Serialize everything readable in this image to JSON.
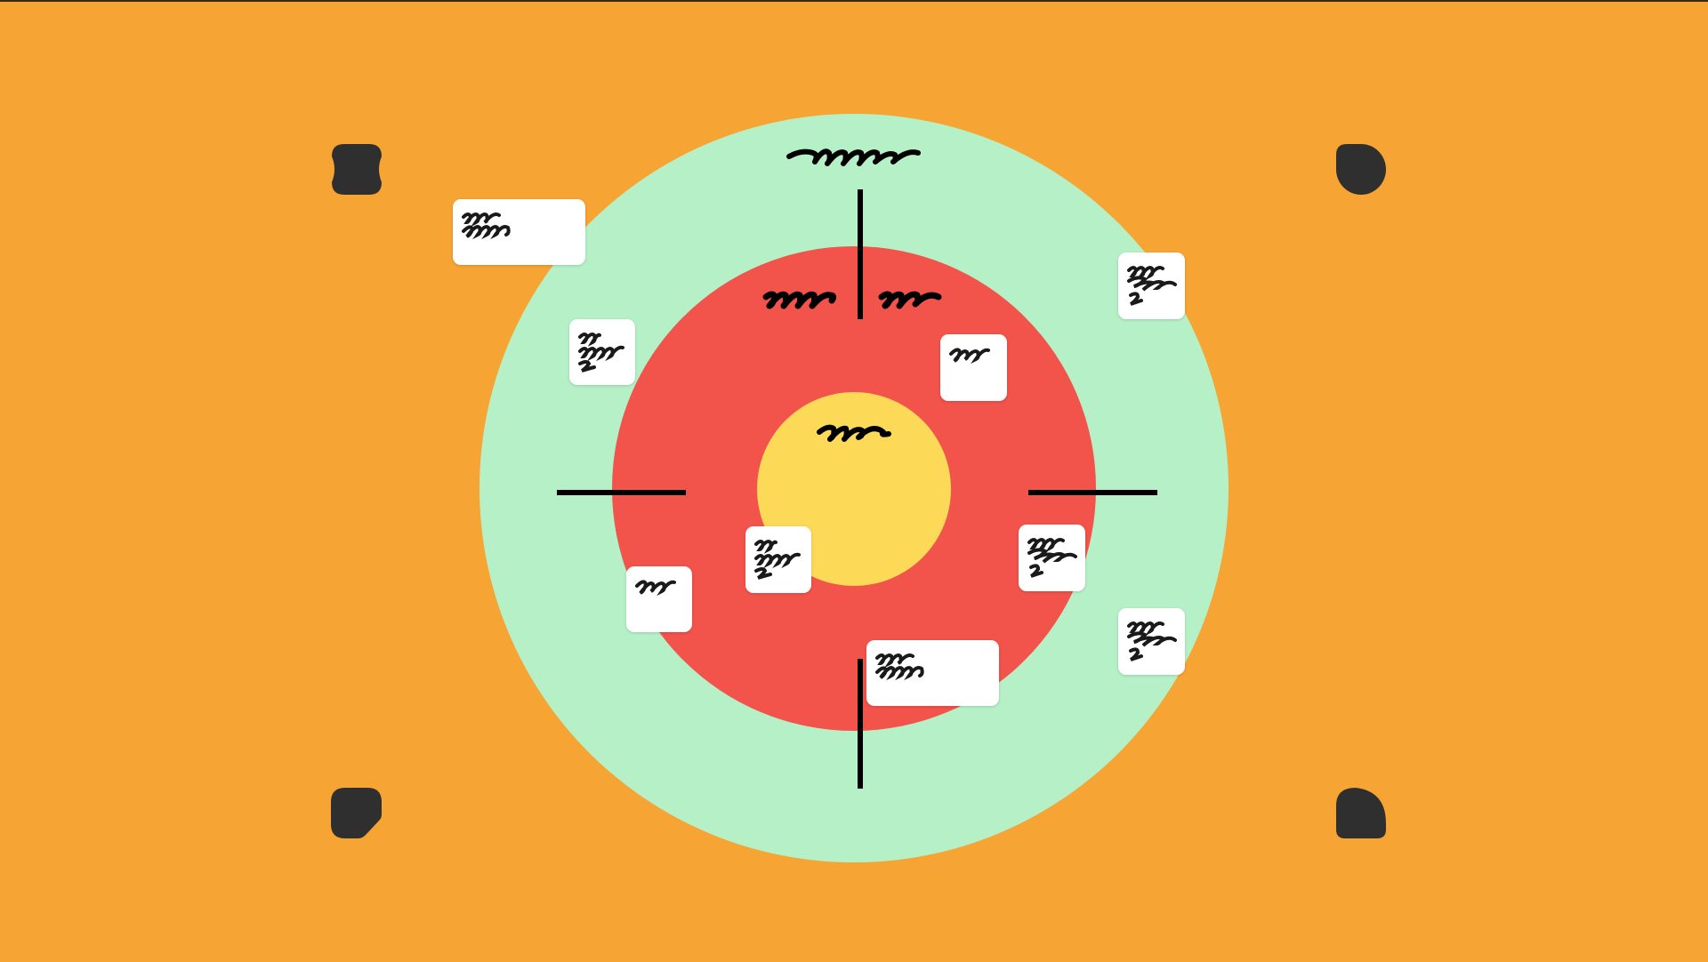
{
  "diagram": {
    "title": "Target / bullseye diagram with sticky notes",
    "colors": {
      "background": "#f6a433",
      "outer_ring": "#b5f0c6",
      "middle_ring": "#f2534b",
      "inner_circle": "#fcd957",
      "note": "#ffffff",
      "ink": "#000000",
      "corner_shapes": "#2f2f2f"
    },
    "labels": {
      "outer_ring": "~~~~~ (scribbled label)",
      "middle_left": "~~~ (scribbled label)",
      "middle_right": "~~~ (scribbled label)",
      "center": "~~~ (scribbled label)"
    },
    "notes": [
      {
        "id": "note-1",
        "ring": "outside",
        "text": "scribbled text (2 lines)"
      },
      {
        "id": "note-2",
        "ring": "outer",
        "text": "scribbled text (3 lines)"
      },
      {
        "id": "note-3",
        "ring": "outer",
        "text": "scribbled text (3 lines)"
      },
      {
        "id": "note-4",
        "ring": "middle",
        "text": "scribbled text (1 line)"
      },
      {
        "id": "note-5",
        "ring": "middle",
        "text": "scribbled text (3 lines)"
      },
      {
        "id": "note-6",
        "ring": "middle",
        "text": "scribbled text (1 line)"
      },
      {
        "id": "note-7",
        "ring": "middle",
        "text": "scribbled text (3 lines)"
      },
      {
        "id": "note-8",
        "ring": "outer",
        "text": "scribbled text (3 lines)"
      },
      {
        "id": "note-9",
        "ring": "middle",
        "text": "scribbled text (2 lines)"
      }
    ],
    "corner_shapes": [
      "top-left pinched",
      "top-right rounded",
      "bottom-left cut",
      "bottom-right rounded"
    ]
  }
}
